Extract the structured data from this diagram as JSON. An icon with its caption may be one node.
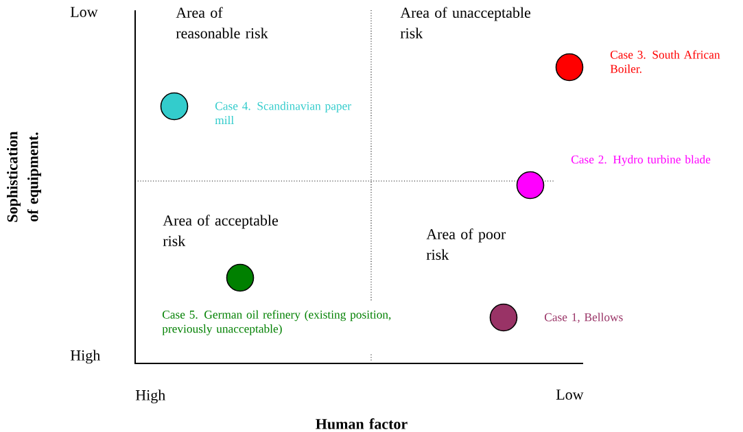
{
  "diagram": {
    "nodes": [
      {
        "text": [],
        "shape": "circle",
        "beside": [
          "Case 3. South African Boiler."
        ]
      },
      {
        "text": [],
        "shape": "circle",
        "beside": [
          "Case 4.  Scandinavian paper mill"
        ]
      },
      {
        "text": [],
        "shape": "circle",
        "beside": [
          "Case 2.  Hydro turbine blade"
        ]
      },
      {
        "text": [],
        "shape": "circle",
        "beside": [
          "Case 5.  German oil refinery (existing position, previously unacceptable)"
        ]
      },
      {
        "text": [],
        "shape": "circle",
        "beside": [
          "Case 1, Bellows"
        ]
      }
    ],
    "labels": [
      "Low",
      "Area of reasonable risk",
      "Area of unacceptable risk",
      "Sophistication of equipment.",
      "Area of acceptable risk",
      "Area of poor risk",
      "High",
      "High",
      "Low",
      "Human factor"
    ]
  }
}
